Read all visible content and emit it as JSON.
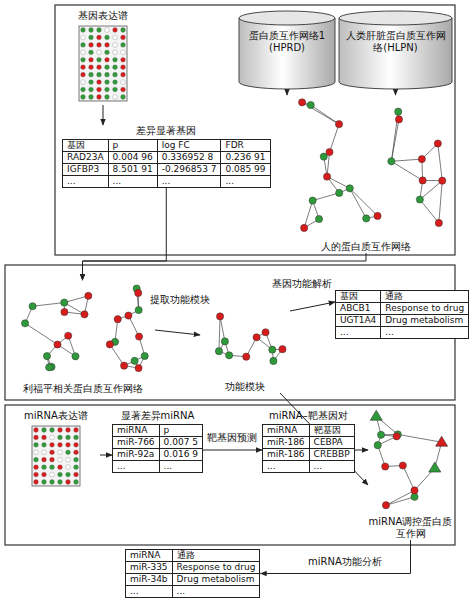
{
  "diagram": {
    "nodes": [
      {
        "text": [
          "基因表达谱"
        ]
      },
      {
        "text": [
          "蛋白质互作网络1 (HPRD)"
        ]
      },
      {
        "text": [
          "人类肝脏蛋白质互作网络(HLPN)"
        ]
      },
      {
        "text": [
          "差异显著基因",
          "基因",
          "p",
          "log FC",
          "FDR",
          "RAD23A",
          "0.004 96",
          "0.336952 8",
          "0.236 91",
          "IGFBP3",
          "8.501 91",
          "-0.296853 7",
          "0.085 99",
          "...",
          "...",
          "...",
          "..."
        ]
      },
      {
        "text": [
          "人的蛋白质互作网络"
        ]
      },
      {
        "text": [
          "利福平相关蛋白质互作网络"
        ]
      },
      {
        "text": [
          "功能模块"
        ]
      },
      {
        "text": [
          "基因",
          "通路",
          "ABCB1",
          "Response to drug",
          "UGT1A4",
          "Drug metabolism",
          "...",
          "..."
        ]
      },
      {
        "text": [
          "miRNA表达谱"
        ]
      },
      {
        "text": [
          "显著差异miRNA",
          "miRNA",
          "p",
          "miR-766",
          "0.007 5",
          "miR-92a",
          "0.016 9",
          "...",
          "..."
        ]
      },
      {
        "text": [
          "miRNA–靶基因对",
          "miRNA",
          "靶基因",
          "miR-186",
          "CEBPA",
          "miR-186",
          "CREBBP",
          "...",
          "..."
        ]
      },
      {
        "text": [
          "miRNA调控蛋白质互作网"
        ]
      },
      {
        "text": [
          "miRNA",
          "通路",
          "miR-335",
          "Response to drug",
          "miR-34b",
          "Drug metabolism",
          "...",
          "..."
        ]
      }
    ],
    "edges": [
      {
        "from": 0,
        "to": 3,
        "arrow": "to"
      },
      {
        "from": 1,
        "to": 4,
        "arrow": "to"
      },
      {
        "from": 2,
        "to": 4,
        "arrow": "to"
      },
      {
        "from": 3,
        "to": 5,
        "arrow": "to"
      },
      {
        "from": 4,
        "to": 5,
        "arrow": "to"
      },
      {
        "from": 5,
        "to": 6,
        "label": "提取功能模块",
        "arrow": "to"
      },
      {
        "from": 6,
        "to": 7,
        "label": "基因功能解析",
        "arrow": "to"
      },
      {
        "from": 6,
        "to": 11,
        "arrow": "to"
      },
      {
        "from": 8,
        "to": 9,
        "arrow": "to"
      },
      {
        "from": 9,
        "to": 10,
        "label": "靶基因预测",
        "arrow": "to"
      },
      {
        "from": 10,
        "to": 11,
        "arrow": "to"
      },
      {
        "from": 11,
        "to": 12,
        "label": "miRNA功能分析",
        "arrow": "to"
      }
    ]
  }
}
